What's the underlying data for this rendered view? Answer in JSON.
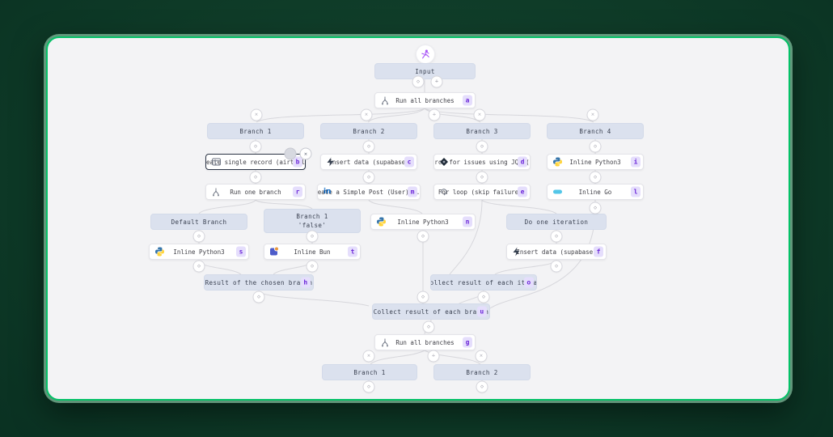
{
  "theme": {
    "page_bg": "#0e3a27",
    "card_border_green": "#04c167",
    "canvas_bg": "#f3f3f5",
    "header_node_bg": "#dbe1ee",
    "badge_bg": "#e5defc",
    "badge_text": "#6d28d9",
    "edge_color": "#d7d7dc",
    "trigger_icon_color": "#a855f7"
  },
  "icons": {
    "diamond": "◇",
    "plus": "+",
    "close": "×"
  },
  "flow": {
    "trigger": {
      "icon": "workflow-trigger-icon"
    },
    "nodes": {
      "input": {
        "label": "Input"
      },
      "run_all_top": {
        "label": "Run all branches",
        "badge": "a"
      },
      "branch1": {
        "label": "Branch 1"
      },
      "branch2": {
        "label": "Branch 2"
      },
      "branch3": {
        "label": "Branch 3"
      },
      "branch4": {
        "label": "Branch 4"
      },
      "airtable": {
        "label": "Create single record (airtable)",
        "badge": "b"
      },
      "supabase1": {
        "label": "Insert data (supabase)",
        "badge": "c"
      },
      "jira": {
        "label": "Search for issues using JQL (...",
        "badge": "d"
      },
      "python_b4": {
        "label": "Inline Python3",
        "badge": "i"
      },
      "run_one": {
        "label": "Run one branch",
        "badge": "r"
      },
      "linkedin": {
        "label": "Create a Simple Post (User) (...",
        "badge": "m"
      },
      "forloop": {
        "label": "For loop (skip failures)",
        "badge": "e"
      },
      "go": {
        "label": "Inline Go",
        "badge": "l"
      },
      "default_branch": {
        "label": "Default Branch"
      },
      "branch1_false": {
        "label": "Branch 1",
        "sublabel": "'false'"
      },
      "python_center": {
        "label": "Inline Python3",
        "badge": "n"
      },
      "do_one_iteration": {
        "label": "Do one iteration"
      },
      "python_default": {
        "label": "Inline Python3",
        "badge": "s"
      },
      "bun": {
        "label": "Inline Bun",
        "badge": "t"
      },
      "supabase2": {
        "label": "Insert data (supabase)",
        "badge": "f"
      },
      "result_chosen": {
        "label": "Result of the chosen branch",
        "badge": "h"
      },
      "collect_iter": {
        "label": "Collect result of each iterat",
        "badge": "o"
      },
      "collect_branch": {
        "label": "Collect result of each branch",
        "badge": "u"
      },
      "run_all_bottom": {
        "label": "Run all branches",
        "badge": "g"
      },
      "branch1_bottom": {
        "label": "Branch 1"
      },
      "branch2_bottom": {
        "label": "Branch 2"
      }
    }
  }
}
